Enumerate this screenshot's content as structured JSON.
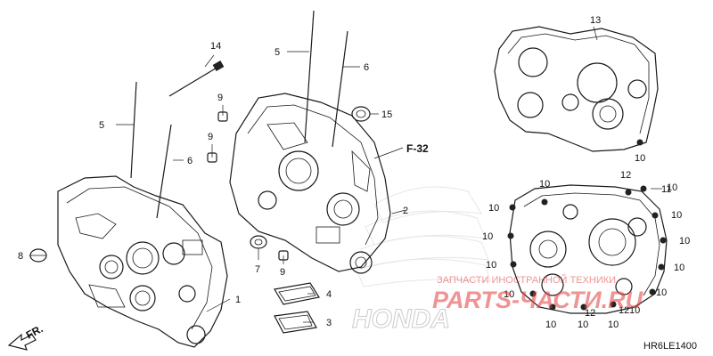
{
  "callouts": [
    {
      "id": "1",
      "text": "1"
    },
    {
      "id": "2",
      "text": "2"
    },
    {
      "id": "3",
      "text": "3"
    },
    {
      "id": "4",
      "text": "4"
    },
    {
      "id": "5a",
      "text": "5"
    },
    {
      "id": "5b",
      "text": "5"
    },
    {
      "id": "6a",
      "text": "6"
    },
    {
      "id": "6b",
      "text": "6"
    },
    {
      "id": "7",
      "text": "7"
    },
    {
      "id": "8",
      "text": "8"
    },
    {
      "id": "9a",
      "text": "9"
    },
    {
      "id": "9b",
      "text": "9"
    },
    {
      "id": "9c",
      "text": "9"
    },
    {
      "id": "11",
      "text": "11"
    },
    {
      "id": "13",
      "text": "13"
    },
    {
      "id": "14",
      "text": "14"
    },
    {
      "id": "15",
      "text": "15"
    }
  ],
  "bolt_labels_top": [
    "10"
  ],
  "bolt_labels_bottom": [
    "10",
    "10",
    "10",
    "10",
    "10",
    "10",
    "10",
    "10",
    "10",
    "10",
    "10",
    "10",
    "10",
    "10"
  ],
  "label_12": [
    "12",
    "12",
    "12"
  ],
  "ref_label": "F-32",
  "front_arrow_label": "FR.",
  "diagram_code": "HR6LE1400",
  "watermark_text": "ЗАПЧАСТИ ИНОСТРАННОЙ ТЕХНИКИ",
  "watermark_logo": "PARTS-ЧАСТИ.RU",
  "brand_watermark": "HONDA"
}
